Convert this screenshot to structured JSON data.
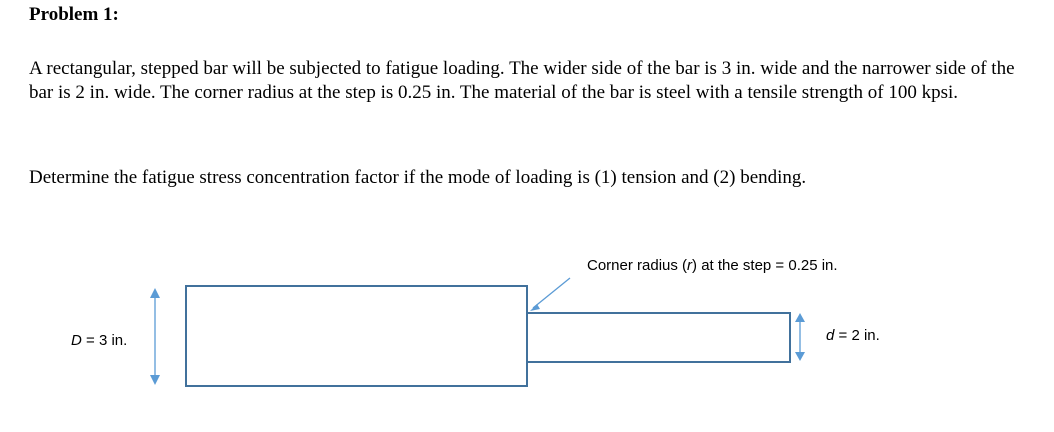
{
  "problem": {
    "title": "Problem 1:",
    "paragraph1": "A rectangular, stepped bar will be subjected to fatigue loading. The wider side of the bar is 3 in. wide and the narrower side of the bar is 2 in. wide. The corner radius at the step is 0.25 in. The material of the bar is steel with a tensile strength of 100 kpsi.",
    "paragraph2": "Determine the fatigue stress concentration factor if the mode of loading is (1) tension and (2) bending."
  },
  "figure": {
    "corner_label": "Corner radius (r) at the step = 0.25 in.",
    "wide_label": "D = 3 in.",
    "narrow_label": "d = 2 in.",
    "colors": {
      "outline": "#41719c",
      "arrow": "#5b9bd5",
      "leader": "#5b9bd5"
    }
  }
}
